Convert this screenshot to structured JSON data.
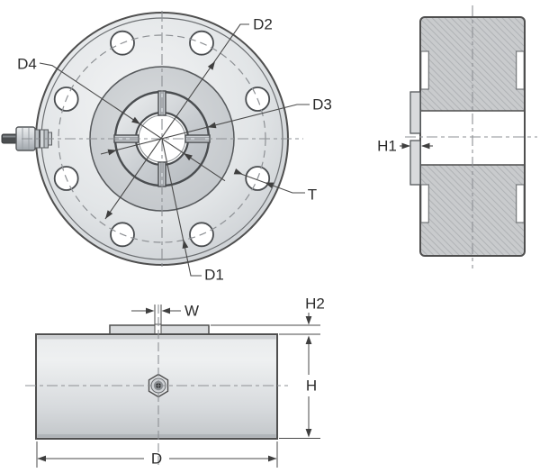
{
  "drawing": {
    "type": "technical-drawing",
    "subject": "pancake load cell dimensional drawing",
    "labels": {
      "d1": "D1",
      "d2": "D2",
      "d3": "D3",
      "d4": "D4",
      "t": "T",
      "h1": "H1",
      "h2": "H2",
      "h": "H",
      "w": "W",
      "d": "D"
    },
    "colors": {
      "outline": "#4f4f4f",
      "leader": "#4a4a4a",
      "centerline": "#8d9094",
      "hatch_bg": "#c9cbcd",
      "hatch_line": "#adb0b3",
      "metal_light": "#eef0f1",
      "metal_mid": "#d6d9dc",
      "metal_dark": "#c3c7cb",
      "text": "#2b2b2b"
    }
  }
}
